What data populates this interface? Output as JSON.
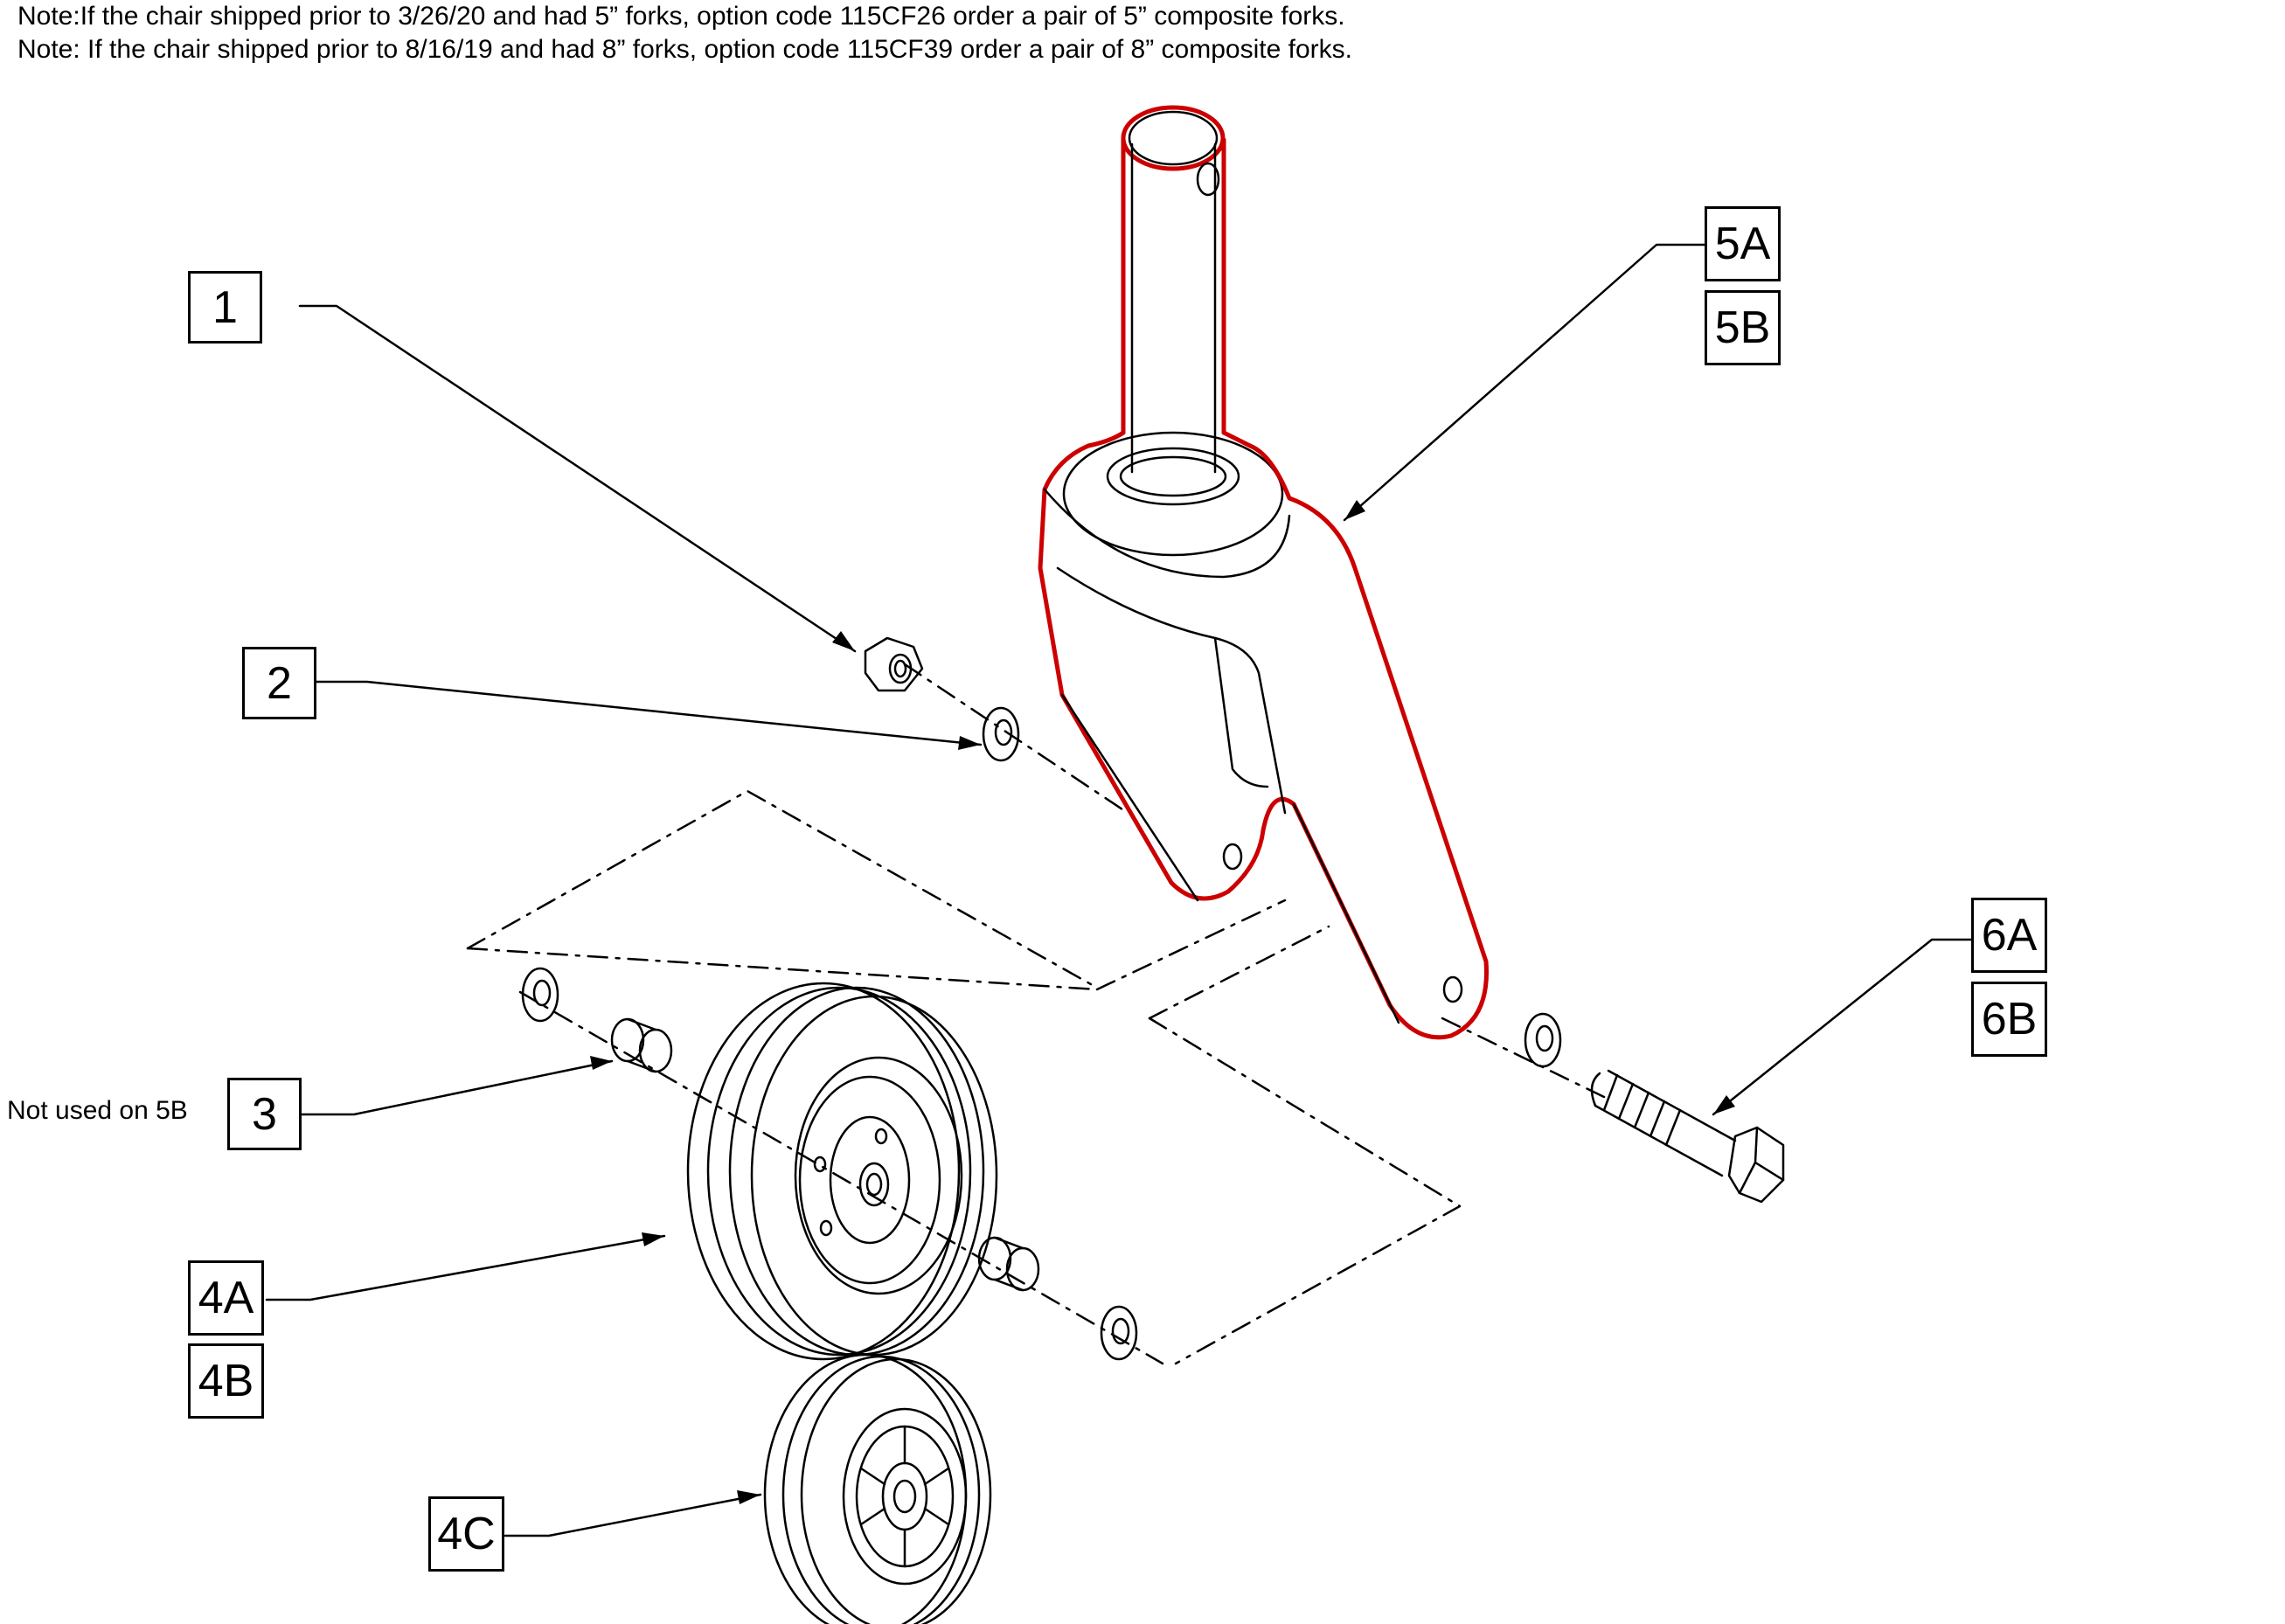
{
  "notes": {
    "line1": "Note:If the chair shipped prior to 3/26/20 and had 5” forks, option code 115CF26 order a pair of 5” composite forks.",
    "line2": "Note: If the chair shipped prior to 8/16/19 and had 8” forks, option code 115CF39 order a pair of 8” composite forks."
  },
  "callouts": {
    "c1": "1",
    "c2": "2",
    "c3": "3",
    "c4a": "4A",
    "c4b": "4B",
    "c4c": "4C",
    "c5a": "5A",
    "c5b": "5B",
    "c6a": "6A",
    "c6b": "6B"
  },
  "side_note": "Not used on 5B",
  "colors": {
    "highlight": "#cc0000",
    "line": "#000000"
  }
}
